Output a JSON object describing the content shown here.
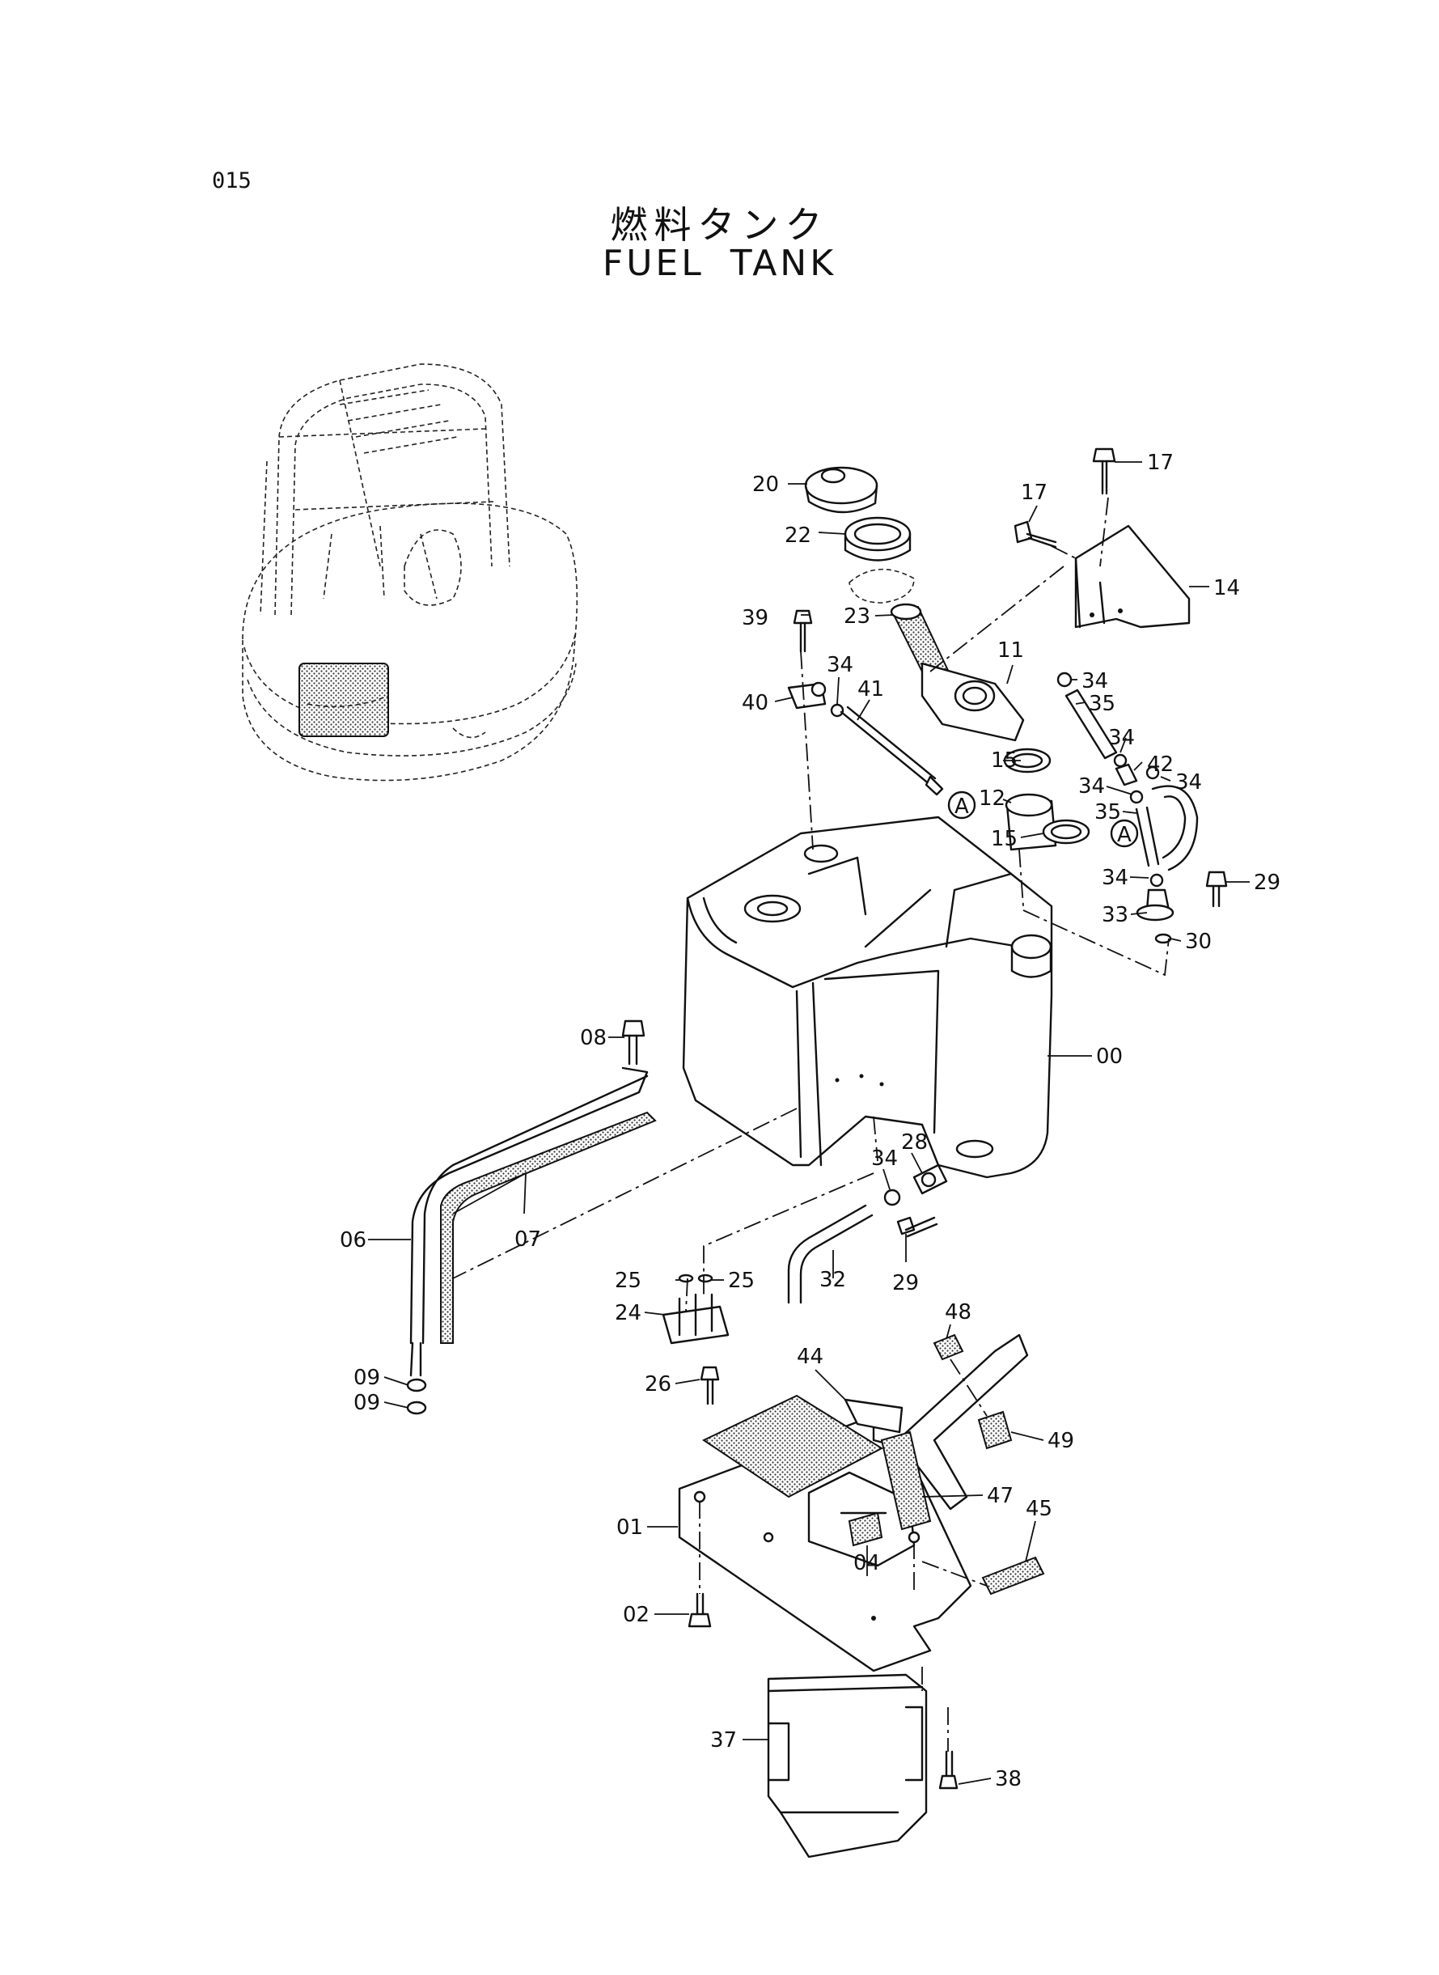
{
  "page_code": "015",
  "title_jp": "燃料タンク",
  "title_en": "FUEL TANK",
  "callouts": {
    "c00": "00",
    "c01": "01",
    "c02": "02",
    "c04": "04",
    "c06": "06",
    "c07": "07",
    "c08": "08",
    "c09a": "09",
    "c09b": "09",
    "c11": "11",
    "c12": "12",
    "c14": "14",
    "c15a": "15",
    "c15b": "15",
    "c17a": "17",
    "c17b": "17",
    "c20": "20",
    "c22": "22",
    "c23": "23",
    "c24": "24",
    "c25a": "25",
    "c25b": "25",
    "c26": "26",
    "c28": "28",
    "c29a": "29",
    "c29b": "29",
    "c30": "30",
    "c32": "32",
    "c33": "33",
    "c34a": "34",
    "c34b": "34",
    "c34c": "34",
    "c34d": "34",
    "c34e": "34",
    "c34f": "34",
    "c34g": "34",
    "c35a": "35",
    "c35b": "35",
    "c37": "37",
    "c38": "38",
    "c39": "39",
    "c40": "40",
    "c41": "41",
    "c42": "42",
    "c44": "44",
    "c45": "45",
    "c47": "47",
    "c48": "48",
    "c49": "49",
    "refA1": "A",
    "refA2": "A"
  }
}
